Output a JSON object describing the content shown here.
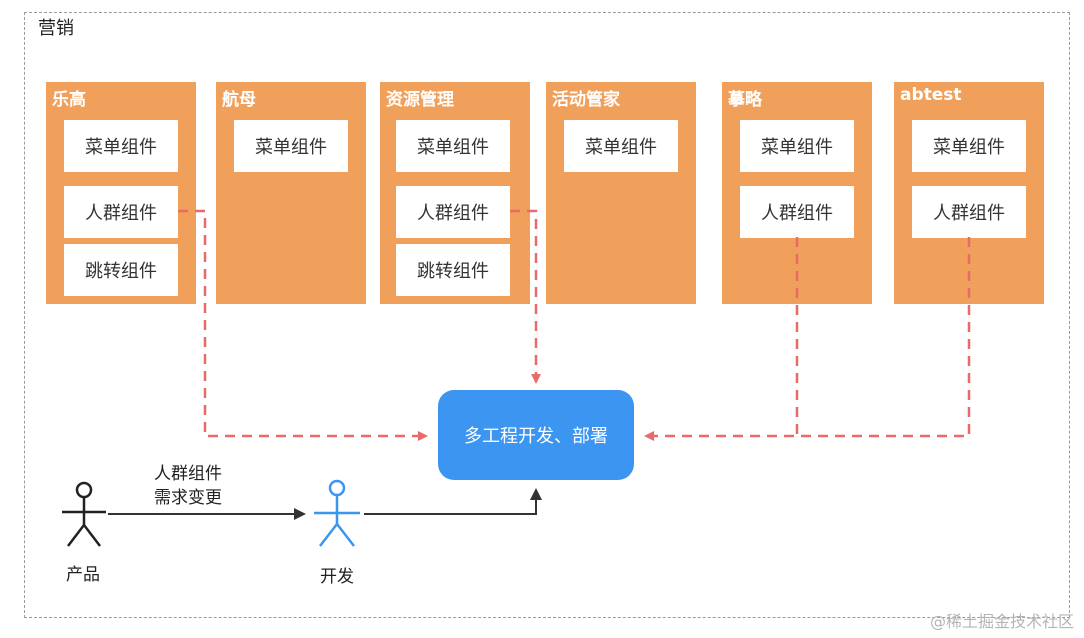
{
  "frame": {
    "title": "营销"
  },
  "panels": [
    {
      "title": "乐高",
      "components": [
        "菜单组件",
        "人群组件",
        "跳转组件"
      ]
    },
    {
      "title": "航母",
      "components": [
        "菜单组件"
      ]
    },
    {
      "title": "资源管理",
      "components": [
        "菜单组件",
        "人群组件",
        "跳转组件"
      ]
    },
    {
      "title": "活动管家",
      "components": [
        "菜单组件"
      ]
    },
    {
      "title": "摹略",
      "components": [
        "菜单组件",
        "人群组件"
      ]
    },
    {
      "title": "abtest",
      "components": [
        "菜单组件",
        "人群组件"
      ]
    }
  ],
  "hub": {
    "label": "多工程开发、部署"
  },
  "actors": {
    "product": "产品",
    "developer": "开发"
  },
  "request": {
    "line1": "人群组件",
    "line2": "需求变更"
  },
  "watermark": "@稀土掘金技术社区",
  "colors": {
    "panel": "#f0a05a",
    "hub": "#3c95f0",
    "dashed_arrow": "#e86a6a",
    "actor_product": "#222222",
    "actor_developer": "#3c95f0"
  }
}
